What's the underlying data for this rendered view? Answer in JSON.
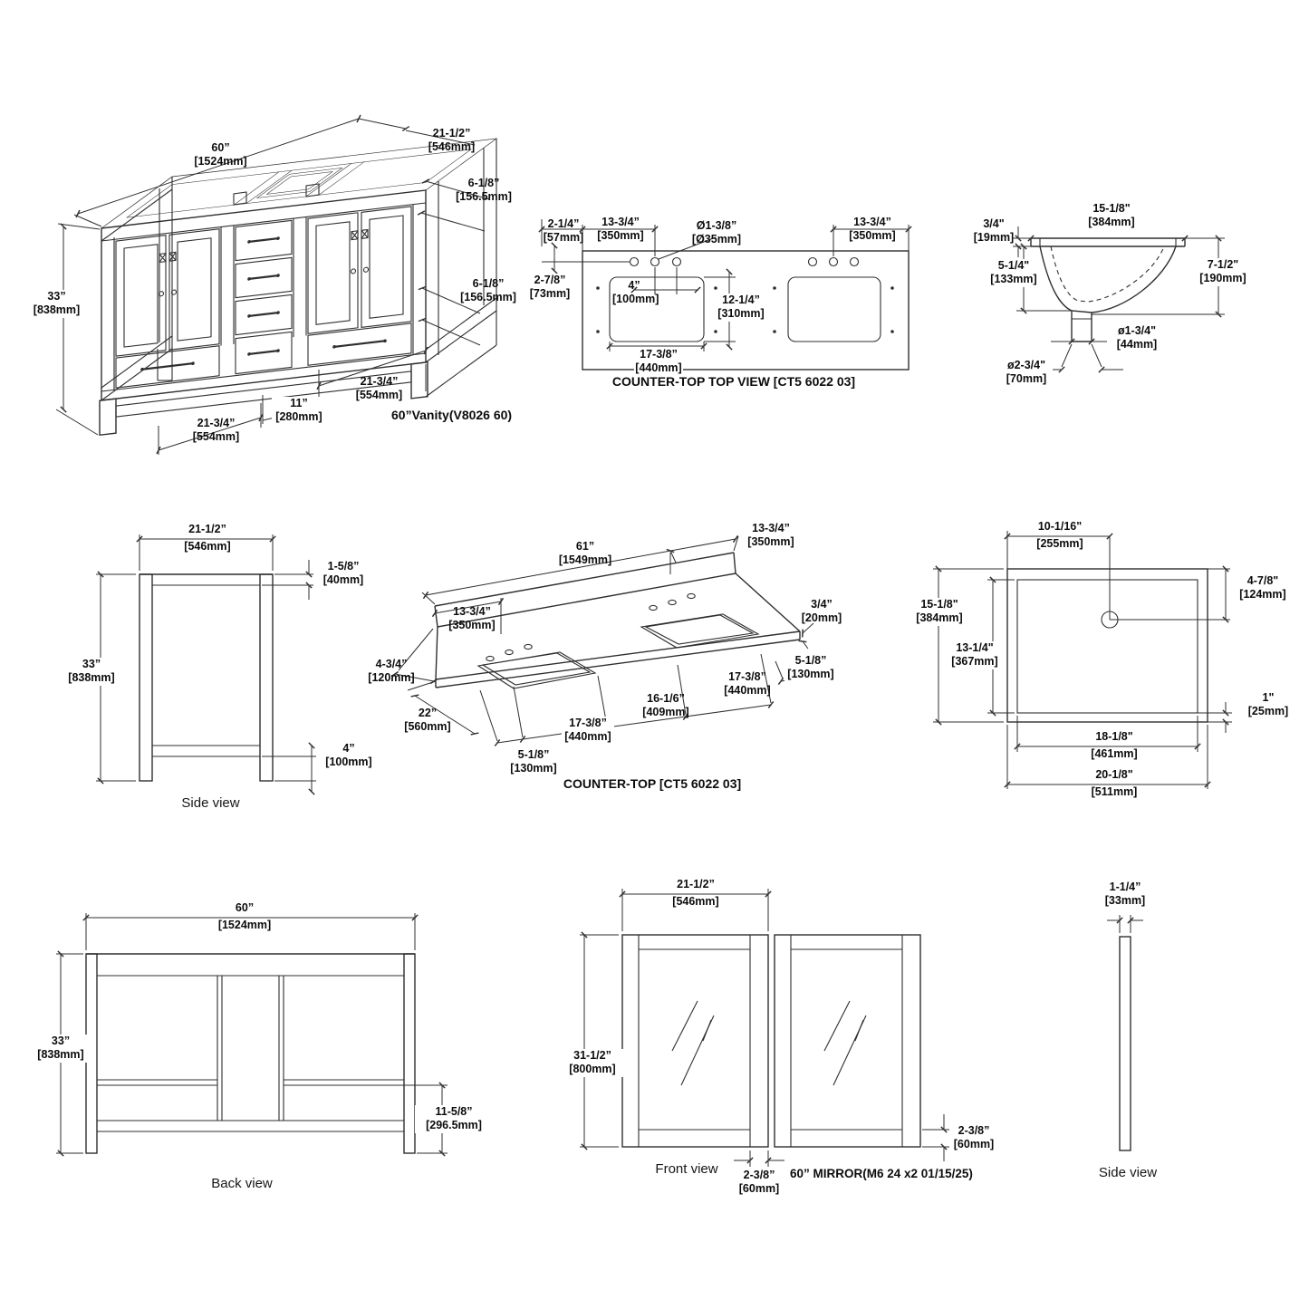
{
  "vanity_iso": {
    "title1": "60”Vanity",
    "title2": "(V8026 60)",
    "dims": {
      "width": {
        "in": "60”",
        "mm": "[1524mm]"
      },
      "depth": {
        "in": "21-1/2”",
        "mm": "[546mm]"
      },
      "top_h": {
        "in": "6-1/8”",
        "mm": "[156.5mm]"
      },
      "drawer_h": {
        "in": "6-1/8”",
        "mm": "[156.5mm]"
      },
      "height": {
        "in": "33”",
        "mm": "[838mm]"
      },
      "right_w": {
        "in": "21-3/4”",
        "mm": "[554mm]"
      },
      "center_w": {
        "in": "11”",
        "mm": "[280mm]"
      },
      "left_w": {
        "in": "21-3/4”",
        "mm": "[554mm]"
      }
    }
  },
  "ct_top": {
    "title": "COUNTER-TOP TOP VIEW [CT5 6022 03]",
    "dims": {
      "edge": {
        "in": "2-1/4”",
        "mm": "[57mm]"
      },
      "faucet_l": {
        "in": "13-3/4”",
        "mm": "[350mm]"
      },
      "hole": {
        "in": "Ø1-3/8”",
        "mm": "[Ø35mm]"
      },
      "faucet_r": {
        "in": "13-3/4”",
        "mm": "[350mm]"
      },
      "setback": {
        "in": "2-7/8”",
        "mm": "[73mm]"
      },
      "spread": {
        "in": "4”",
        "mm": "[100mm]"
      },
      "cut_d": {
        "in": "12-1/4”",
        "mm": "[310mm]"
      },
      "cut_w": {
        "in": "17-3/8”",
        "mm": "[440mm]"
      }
    }
  },
  "sink_side": {
    "dims": {
      "width": {
        "in": "15-1/8\"",
        "mm": "[384mm]"
      },
      "rim": {
        "in": "3/4\"",
        "mm": "[19mm]"
      },
      "depth": {
        "in": "5-1/4\"",
        "mm": "[133mm]"
      },
      "height": {
        "in": "7-1/2\"",
        "mm": "[190mm]"
      },
      "drain": {
        "in": "ø1-3/4\"",
        "mm": "[44mm]"
      },
      "flange": {
        "in": "ø2-3/4\"",
        "mm": "[70mm]"
      }
    }
  },
  "side_view": {
    "caption": "Side view",
    "dims": {
      "width": {
        "in": "21-1/2”",
        "mm": "[546mm]"
      },
      "rail": {
        "in": "1-5/8”",
        "mm": "[40mm]"
      },
      "height": {
        "in": "33”",
        "mm": "[838mm]"
      },
      "foot": {
        "in": "4”",
        "mm": "[100mm]"
      }
    }
  },
  "ct_iso": {
    "title": "COUNTER-TOP [CT5 6022 03]",
    "dims": {
      "length": {
        "in": "61”",
        "mm": "[1549mm]"
      },
      "right_off": {
        "in": "13-3/4”",
        "mm": "[350mm]"
      },
      "left_off": {
        "in": "13-3/4”",
        "mm": "[350mm]"
      },
      "thick": {
        "in": "3/4”",
        "mm": "[20mm]"
      },
      "splash_d": {
        "in": "4-3/4”",
        "mm": "[120mm]"
      },
      "depth": {
        "in": "22”",
        "mm": "[560mm]"
      },
      "side_l": {
        "in": "5-1/8”",
        "mm": "[130mm]"
      },
      "cut_l": {
        "in": "17-3/8”",
        "mm": "[440mm]"
      },
      "between": {
        "in": "16-1/6”",
        "mm": "[409mm]"
      },
      "cut_r": {
        "in": "17-3/8”",
        "mm": "[440mm]"
      },
      "side_r": {
        "in": "5-1/8”",
        "mm": "[130mm]"
      }
    }
  },
  "sink_top": {
    "dims": {
      "drain_x": {
        "in": "10-1/16\"",
        "mm": "[255mm]"
      },
      "width": {
        "in": "15-1/8\"",
        "mm": "[384mm]"
      },
      "inner_w": {
        "in": "13-1/4\"",
        "mm": "[367mm]"
      },
      "drain_y": {
        "in": "4-7/8\"",
        "mm": "[124mm]"
      },
      "rim": {
        "in": "1\"",
        "mm": "[25mm]"
      },
      "inner_l": {
        "in": "18-1/8\"",
        "mm": "[461mm]"
      },
      "outer_l": {
        "in": "20-1/8\"",
        "mm": "[511mm]"
      }
    }
  },
  "back_view": {
    "caption": "Back view",
    "dims": {
      "width": {
        "in": "60”",
        "mm": "[1524mm]"
      },
      "height": {
        "in": "33”",
        "mm": "[838mm]"
      },
      "shelf": {
        "in": "11-5/8”",
        "mm": "[296.5mm]"
      }
    }
  },
  "mirror": {
    "caption_front": "Front view",
    "caption_side": "Side view",
    "title1": "60” MIRROR",
    "title2": "(M6 24 x2 01/15/25)",
    "dims": {
      "width": {
        "in": "21-1/2”",
        "mm": "[546mm]"
      },
      "height": {
        "in": "31-1/2”",
        "mm": "[800mm]"
      },
      "stile": {
        "in": "2-3/8”",
        "mm": "[60mm]"
      },
      "rail": {
        "in": "2-3/8”",
        "mm": "[60mm]"
      },
      "thick": {
        "in": "1-1/4”",
        "mm": "[33mm]"
      }
    }
  }
}
